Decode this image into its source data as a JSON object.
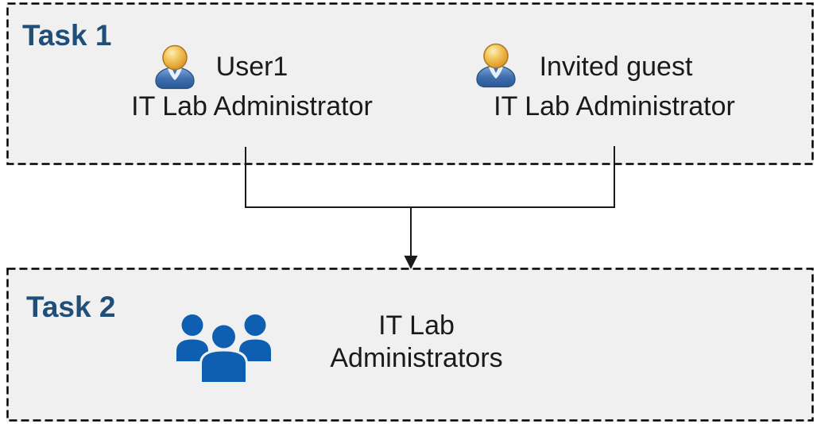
{
  "task1": {
    "label": "Task 1",
    "personas": [
      {
        "name": "User1",
        "role": "IT Lab Administrator",
        "icon": "user-icon"
      },
      {
        "name": "Invited guest",
        "role": "IT Lab Administrator",
        "icon": "user-icon"
      }
    ]
  },
  "task2": {
    "label": "Task 2",
    "group": {
      "line1": "IT Lab",
      "line2": "Administrators",
      "icon": "users-group-icon"
    }
  },
  "connector": {
    "type": "merge-arrow",
    "from": [
      "User1",
      "Invited guest"
    ],
    "to": "IT Lab Administrators"
  },
  "colors": {
    "box_background": "#F0F0F0",
    "box_border": "#000000",
    "task_label": "#1F4E79",
    "body_text": "#1A1A1A",
    "group_icon_blue": "#0E5EB2",
    "person_icon_body_blue": "#3E6DAD",
    "person_icon_head_gold": "#E8AA3C",
    "connector_line": "#1A1A1A"
  }
}
